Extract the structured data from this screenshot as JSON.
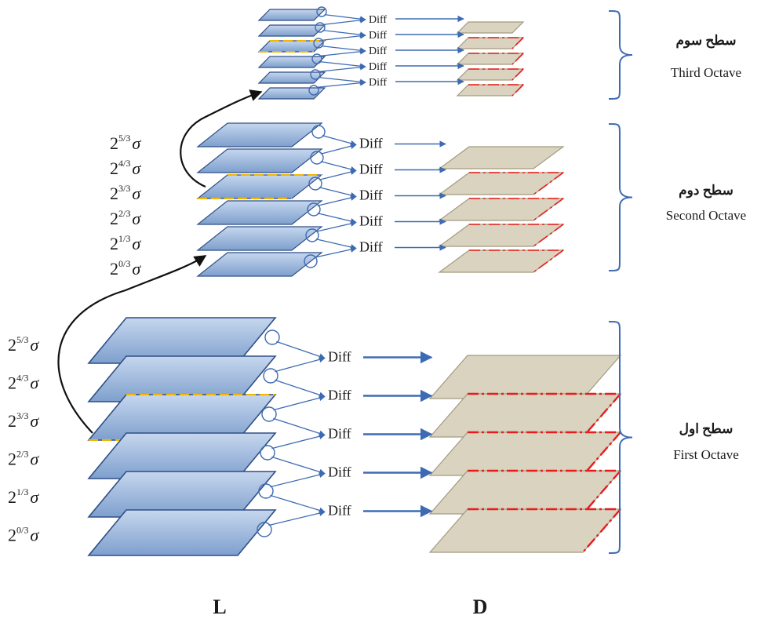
{
  "diff_label": "Diff",
  "column_labels": {
    "gaussian": "L",
    "difference": "D"
  },
  "sigma_base": "2",
  "sigma_symbol": "σ",
  "sigma_exponents": [
    "5/3",
    "4/3",
    "3/3",
    "2/3",
    "1/3",
    "0/3"
  ],
  "octaves": [
    {
      "persian": "سطح سوم",
      "english": "Third Octave",
      "diff_count": 5
    },
    {
      "persian": "سطح دوم",
      "english": "Second Octave",
      "diff_count": 5
    },
    {
      "persian": "سطح اول",
      "english": "First Octave",
      "diff_count": 5
    }
  ],
  "colors": {
    "gaussian_fill_top": "#b9cde8",
    "gaussian_fill_bottom": "#7b9dcc",
    "gaussian_stroke": "#2f4f86",
    "dog_fill": "#d9d3bf",
    "dog_stroke": "#a39a80",
    "dashed_red": "#e81c1c",
    "dashed_yellow": "#f2b705",
    "arrow_blue": "#3d6bb3",
    "brace_blue": "#3d6bb3"
  }
}
